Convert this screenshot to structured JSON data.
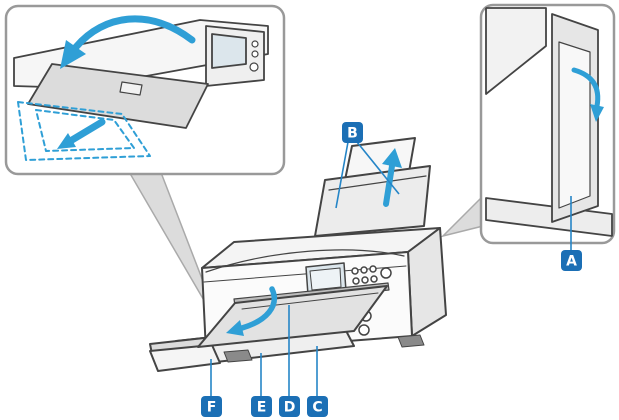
{
  "figure": {
    "labels": {
      "a": "A",
      "b": "B",
      "c": "C",
      "d": "D",
      "e": "E",
      "f": "F"
    },
    "colors": {
      "badge": "#1b6fb5",
      "arrow": "#2f9fd6",
      "leader": "#2585c7",
      "callout_border": "#999999",
      "outline": "#444444",
      "background": "#ffffff"
    }
  }
}
